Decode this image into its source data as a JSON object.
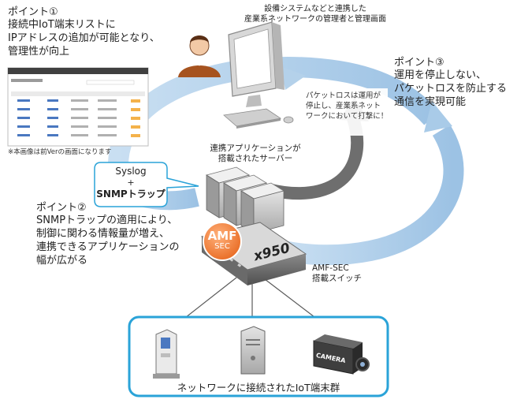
{
  "point1": {
    "title": "ポイント①",
    "lines": [
      "接続中IoT端末リストに",
      "IPアドレスの追加が可能となり、",
      "管理性が向上"
    ]
  },
  "screenshot_note": "※本画像は前Verの画面になります",
  "admin": {
    "lines": [
      "設備システムなどと連携した",
      "産業系ネットワークの管理者と管理画面"
    ]
  },
  "point3": {
    "title": "ポイント③",
    "lines": [
      "運用を停止しない、",
      "パケットロスを防止する",
      "通信を実現可能"
    ]
  },
  "packet_loss_note": {
    "lines": [
      "パケットロスは運用が",
      "停止し、産業系ネット",
      "ワークにおいて打撃に！"
    ]
  },
  "server": {
    "lines": [
      "連携アプリケーションが",
      "搭載されたサーバー"
    ]
  },
  "bubble": {
    "line1": "Syslog",
    "line2": "+",
    "line3": "SNMPトラップ"
  },
  "point2": {
    "title": "ポイント②",
    "lines": [
      "SNMPトラップの適用により、",
      "制御に関わる情報量が増え、",
      "連携できるアプリケーションの",
      "幅が広がる"
    ]
  },
  "badge": {
    "top": "AMF",
    "bottom": "SEC"
  },
  "switch": {
    "model": "x950",
    "label_lines": [
      "AMF-SEC",
      "搭載スイッチ"
    ]
  },
  "camera_text": "CAMERA",
  "device_group_label": "ネットワークに接続されたIoT端末群",
  "colors": {
    "cycle_blue": "#a9cbe8",
    "frame_blue": "#2aa3d8",
    "badge_orange": "#f07f3a",
    "arrow_gray": "#6e6e6e"
  }
}
